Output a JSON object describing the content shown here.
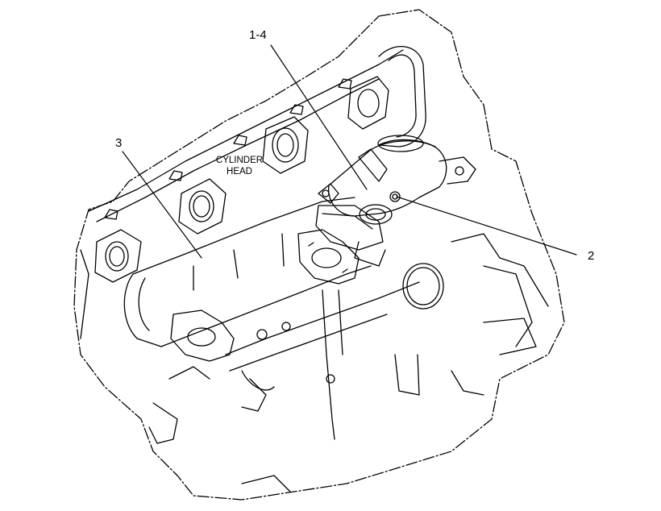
{
  "labels": {
    "callout_1_4": "1-4",
    "callout_2": "2",
    "callout_3": "3",
    "cylinder_head_line1": "CYLINDER",
    "cylinder_head_line2": "HEAD"
  }
}
